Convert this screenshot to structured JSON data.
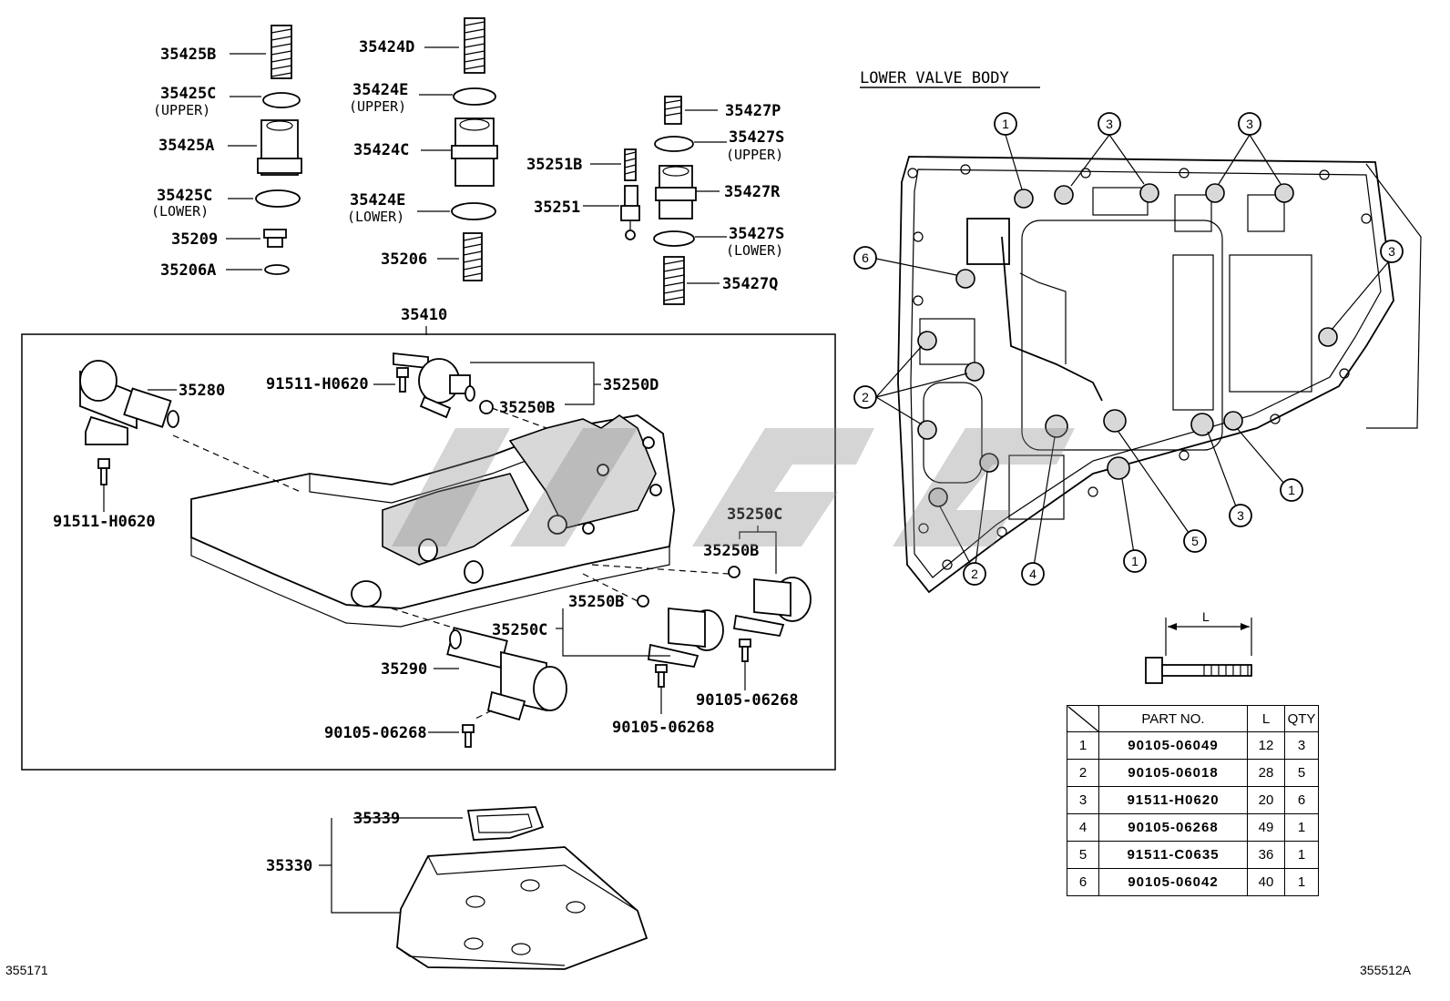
{
  "labels": {
    "p35425B": "35425B",
    "p35425C_u": "35425C",
    "upper1": "(UPPER)",
    "p35425A": "35425A",
    "p35425C_l": "35425C",
    "lower1": "(LOWER)",
    "p35209": "35209",
    "p35206A": "35206A",
    "p35424D": "35424D",
    "p35424E_u": "35424E",
    "upper2": "(UPPER)",
    "p35424C": "35424C",
    "p35424E_l": "35424E",
    "lower2": "(LOWER)",
    "p35206": "35206",
    "p35251B": "35251B",
    "p35251": "35251",
    "p35427P": "35427P",
    "p35427S_u": "35427S",
    "upper3": "(UPPER)",
    "p35427R": "35427R",
    "p35427S_l": "35427S",
    "lower3": "(LOWER)",
    "p35427Q": "35427Q",
    "p35410": "35410",
    "p35280": "35280",
    "p91511a": "91511-H0620",
    "p91511b": "91511-H0620",
    "p35250D": "35250D",
    "p35250B_a": "35250B",
    "p35250C_a": "35250C",
    "p35250B_b": "35250B",
    "p35250B_c": "35250B",
    "p35250C_b": "35250C",
    "p35290": "35290",
    "p90105a": "90105-06268",
    "p90105b": "90105-06268",
    "p90105c": "90105-06268",
    "p35339": "35339",
    "p35330": "35330",
    "lower_valve_body": "LOWER VALVE BODY",
    "length_symbol": "L"
  },
  "callouts": {
    "c1a": "1",
    "c3a": "3",
    "c3b": "3",
    "c6": "6",
    "c3c": "3",
    "c2": "2",
    "c1b": "1",
    "c3d": "3",
    "c5": "5",
    "c1c": "1",
    "c4": "4",
    "c2b": "2"
  },
  "table": {
    "head_part": "PART NO.",
    "head_l": "L",
    "head_qty": "QTY",
    "rows": [
      {
        "idx": "1",
        "part": "90105-06049",
        "l": "12",
        "qty": "3"
      },
      {
        "idx": "2",
        "part": "90105-06018",
        "l": "28",
        "qty": "5"
      },
      {
        "idx": "3",
        "part": "91511-H0620",
        "l": "20",
        "qty": "6"
      },
      {
        "idx": "4",
        "part": "90105-06268",
        "l": "49",
        "qty": "1"
      },
      {
        "idx": "5",
        "part": "91511-C0635",
        "l": "36",
        "qty": "1"
      },
      {
        "idx": "6",
        "part": "90105-06042",
        "l": "40",
        "qty": "1"
      }
    ]
  },
  "footer": {
    "left_code": "355171",
    "right_code": "355512A"
  }
}
